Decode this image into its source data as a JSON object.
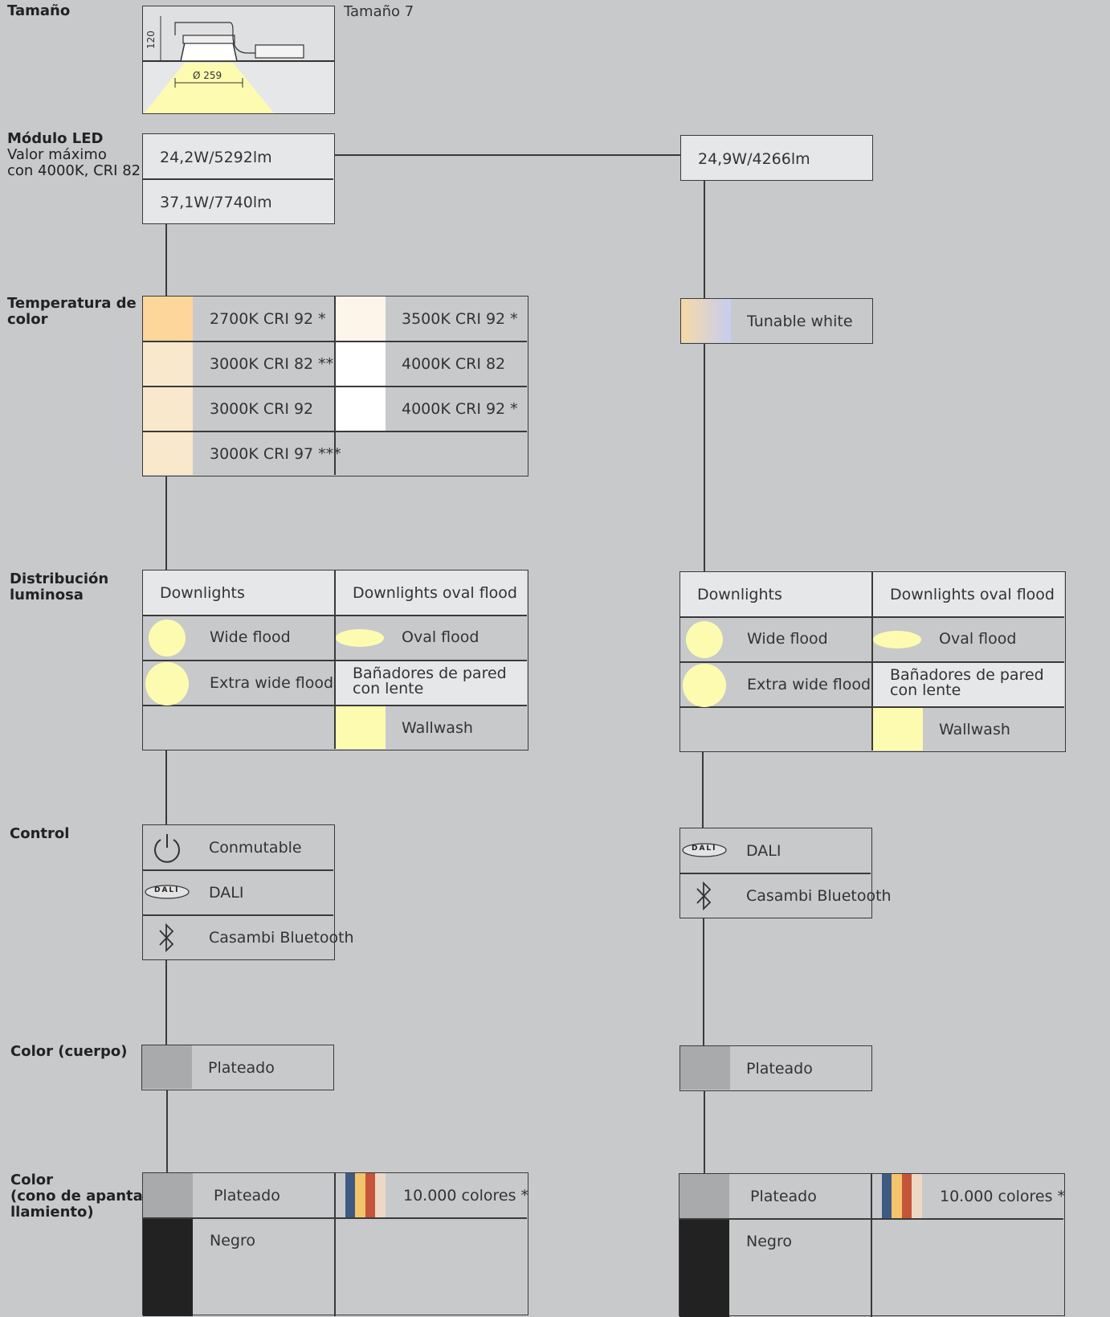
{
  "labels": {
    "size": "Tamaño",
    "size_value": "Tamaño 7",
    "led": "Módulo LED",
    "led_sub1": "Valor máximo",
    "led_sub2": "con 4000K, CRI 82",
    "temp1": "Temperatura de",
    "temp2": "color",
    "dist1": "Distribución",
    "dist2": "luminosa",
    "control": "Control",
    "body_color": "Color (cuerpo)",
    "cone1": "Color",
    "cone2": "(cono de apanta-",
    "cone3": "llamiento)"
  },
  "diagram": {
    "height": "120",
    "diameter": "Ø 259"
  },
  "led": {
    "left1": "24,2W/5292lm",
    "left2": "37,1W/7740lm",
    "right1": "24,9W/4266lm"
  },
  "temperature": {
    "left": [
      "2700K CRI 92 *",
      "3000K CRI 82 **",
      "3000K CRI 92",
      "3000K CRI 97 ***"
    ],
    "mid": [
      "3500K CRI 92 *",
      "4000K CRI 82",
      "4000K CRI 92 *"
    ],
    "right": "Tunable white"
  },
  "distribution": {
    "col1_header": "Downlights",
    "col2_header": "Downlights oval flood",
    "wide": "Wide flood",
    "extra": "Extra wide flood",
    "oval": "Oval flood",
    "walls_line1": "Bañadores de pared",
    "walls_line2": "con lente",
    "wallwash": "Wallwash"
  },
  "control": {
    "switch": "Conmutable",
    "dali": "DALI",
    "bt": "Casambi Bluetooth",
    "dali_logo": "DALI"
  },
  "body_color": {
    "silver": "Plateado"
  },
  "cone_color": {
    "silver": "Plateado",
    "black": "Negro",
    "multi": "10.000 colores *"
  },
  "colors": {
    "bg": "#c8c9cb",
    "light_cell": "#e6e7e9",
    "beam": "#fdfbb0",
    "silver": "#a9aaac",
    "black": "#222222"
  }
}
